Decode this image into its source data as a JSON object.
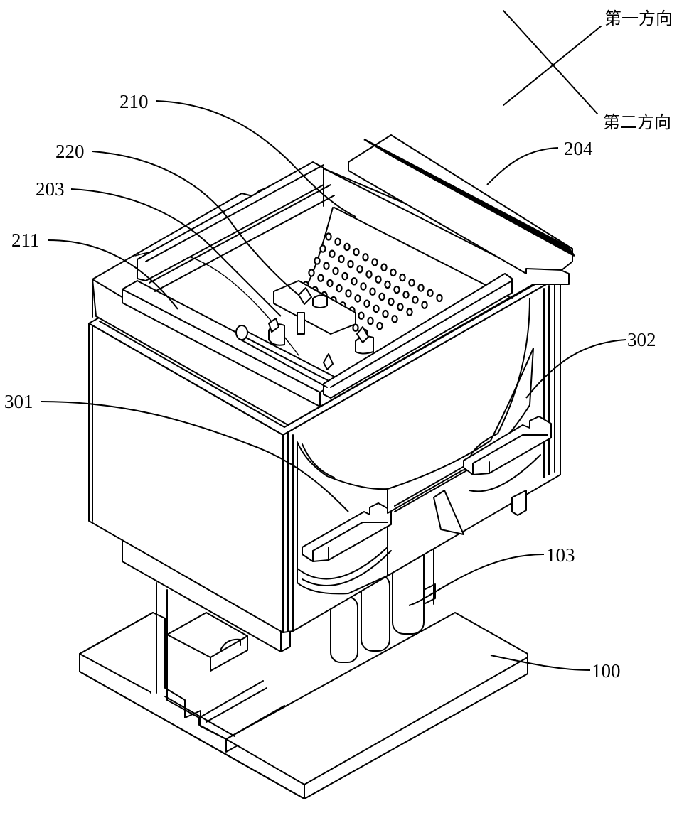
{
  "figure": {
    "type": "patent perspective line drawing",
    "direction_indicator": {
      "first_direction_label": "第一方向",
      "second_direction_label": "第二方向"
    },
    "reference_labels": [
      {
        "id": "210",
        "text": "210"
      },
      {
        "id": "220",
        "text": "220"
      },
      {
        "id": "203",
        "text": "203"
      },
      {
        "id": "211",
        "text": "211"
      },
      {
        "id": "204",
        "text": "204"
      },
      {
        "id": "302",
        "text": "302"
      },
      {
        "id": "301",
        "text": "301"
      },
      {
        "id": "103",
        "text": "103"
      },
      {
        "id": "100",
        "text": "100"
      }
    ],
    "colors": {
      "line": "#000000",
      "background": "#ffffff"
    }
  }
}
